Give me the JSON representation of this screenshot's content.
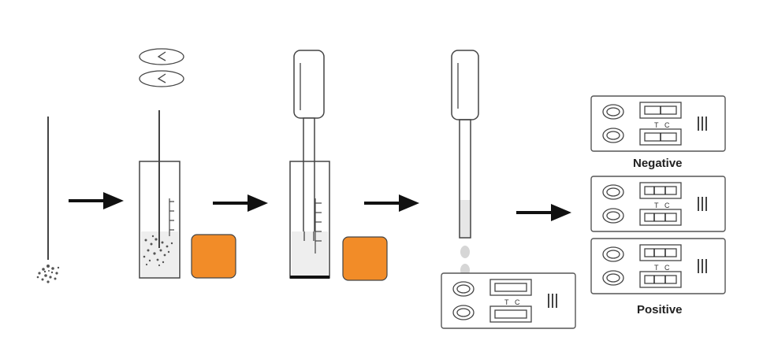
{
  "diagram": {
    "labels": {
      "negative": "Negative",
      "positive": "Positive"
    },
    "cassette_marks": {
      "t": "T",
      "c": "C"
    },
    "colors": {
      "orange_box": "#F28C28",
      "arrow": "#111111",
      "outline": "#444444",
      "liquid": "#e6e6e6",
      "drop": "#d6d6d6"
    },
    "icons": [
      "swab-icon",
      "rotate-arrows-icon",
      "extraction-tube-icon",
      "timer-box-icon",
      "dropper-icon",
      "test-cassette-icon",
      "flow-arrow-icon"
    ]
  }
}
